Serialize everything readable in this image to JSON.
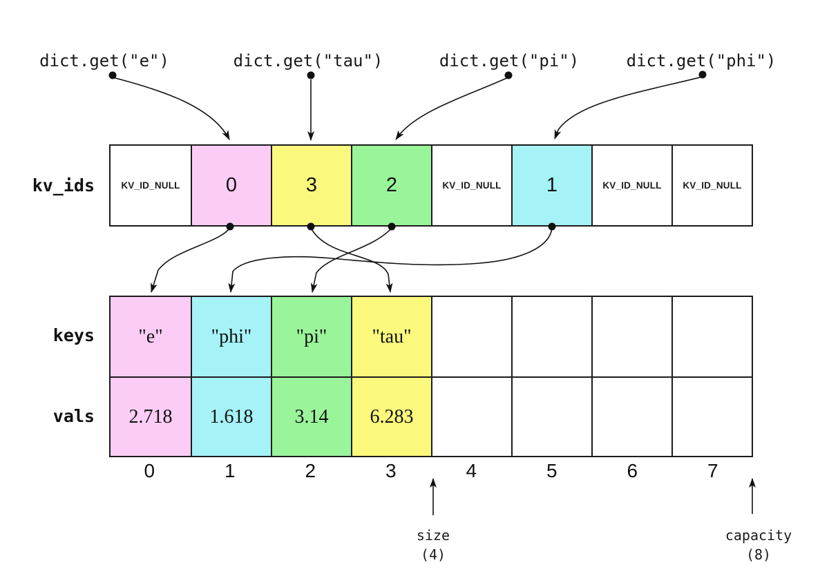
{
  "palette": {
    "pink": "#fbcdf6",
    "cyan": "#a5f2f7",
    "green": "#9af49a",
    "yellow": "#fbf97d",
    "white": "#ffffff",
    "line": "#111111"
  },
  "calls": [
    {
      "label": "dict.get(\"e\")",
      "target_kv_slot": 1
    },
    {
      "label": "dict.get(\"tau\")",
      "target_kv_slot": 2
    },
    {
      "label": "dict.get(\"pi\")",
      "target_kv_slot": 3
    },
    {
      "label": "dict.get(\"phi\")",
      "target_kv_slot": 5
    }
  ],
  "kv_ids": {
    "label": "kv_ids",
    "cells": [
      {
        "text": "KV_ID_NULL",
        "bg": "#ffffff"
      },
      {
        "text": "0",
        "bg": "#fbcdf6"
      },
      {
        "text": "3",
        "bg": "#fbf97d"
      },
      {
        "text": "2",
        "bg": "#9af49a"
      },
      {
        "text": "KV_ID_NULL",
        "bg": "#ffffff"
      },
      {
        "text": "1",
        "bg": "#a5f2f7"
      },
      {
        "text": "KV_ID_NULL",
        "bg": "#ffffff"
      },
      {
        "text": "KV_ID_NULL",
        "bg": "#ffffff"
      }
    ]
  },
  "keys": {
    "label": "keys",
    "cells": [
      {
        "text": "\"e\"",
        "bg": "#fbcdf6"
      },
      {
        "text": "\"phi\"",
        "bg": "#a5f2f7"
      },
      {
        "text": "\"pi\"",
        "bg": "#9af49a"
      },
      {
        "text": "\"tau\"",
        "bg": "#fbf97d"
      },
      {
        "text": "",
        "bg": "#ffffff"
      },
      {
        "text": "",
        "bg": "#ffffff"
      },
      {
        "text": "",
        "bg": "#ffffff"
      },
      {
        "text": "",
        "bg": "#ffffff"
      }
    ]
  },
  "vals": {
    "label": "vals",
    "cells": [
      {
        "text": "2.718",
        "bg": "#fbcdf6"
      },
      {
        "text": "1.618",
        "bg": "#a5f2f7"
      },
      {
        "text": "3.14",
        "bg": "#9af49a"
      },
      {
        "text": "6.283",
        "bg": "#fbf97d"
      },
      {
        "text": "",
        "bg": "#ffffff"
      },
      {
        "text": "",
        "bg": "#ffffff"
      },
      {
        "text": "",
        "bg": "#ffffff"
      },
      {
        "text": "",
        "bg": "#ffffff"
      }
    ]
  },
  "indices": [
    "0",
    "1",
    "2",
    "3",
    "4",
    "5",
    "6",
    "7"
  ],
  "size": {
    "label": "size",
    "value": "(4)"
  },
  "capacity": {
    "label": "capacity",
    "value": "(8)"
  },
  "arrows": {
    "call_to_kv_slot": [
      {
        "from": "dict.get(\"e\")",
        "to_kv_slot": 1
      },
      {
        "from": "dict.get(\"tau\")",
        "to_kv_slot": 2
      },
      {
        "from": "dict.get(\"pi\")",
        "to_kv_slot": 3
      },
      {
        "from": "dict.get(\"phi\")",
        "to_kv_slot": 5
      }
    ],
    "kv_slot_to_entry": [
      {
        "from_kv_slot": 1,
        "kv_id": 0,
        "to_entry_index": 0
      },
      {
        "from_kv_slot": 2,
        "kv_id": 3,
        "to_entry_index": 3
      },
      {
        "from_kv_slot": 3,
        "kv_id": 2,
        "to_entry_index": 2
      },
      {
        "from_kv_slot": 5,
        "kv_id": 1,
        "to_entry_index": 1
      }
    ]
  }
}
